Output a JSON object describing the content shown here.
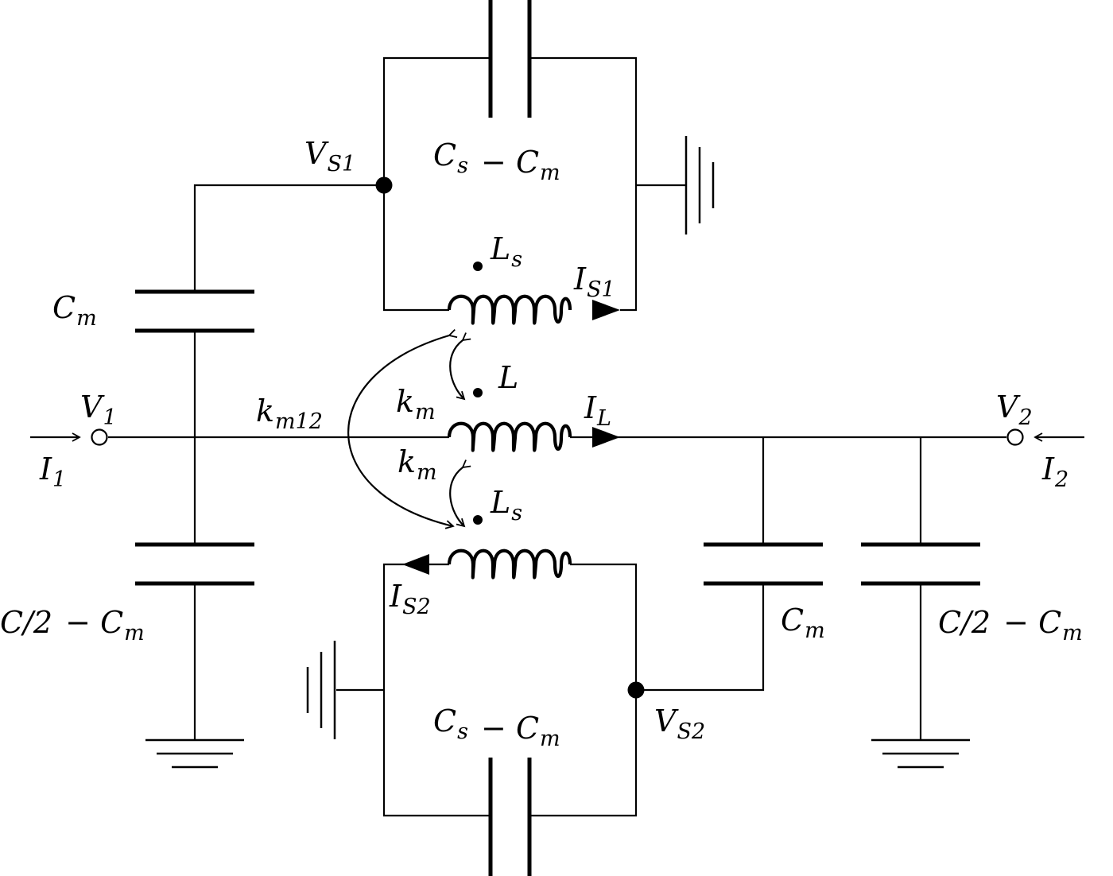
{
  "labels": {
    "cs_cm_top": "Cs − Cm",
    "cs_cm_bottom": "Cs − Cm",
    "cm_left": "Cm",
    "cm_right": "Cm",
    "c2_cm_left": "C/2 − Cm",
    "c2_cm_right": "C/2 − Cm",
    "vs1": "VS1",
    "vs2": "VS2",
    "ls_top": "Ls",
    "ls_bottom": "Ls",
    "l_main": "L",
    "is1": "IS1",
    "is2": "IS2",
    "il": "IL",
    "v1": "V1",
    "v2": "V2",
    "i1": "I1",
    "i2": "I2",
    "km_upper": "km",
    "km_lower": "km",
    "km12": "km12"
  }
}
